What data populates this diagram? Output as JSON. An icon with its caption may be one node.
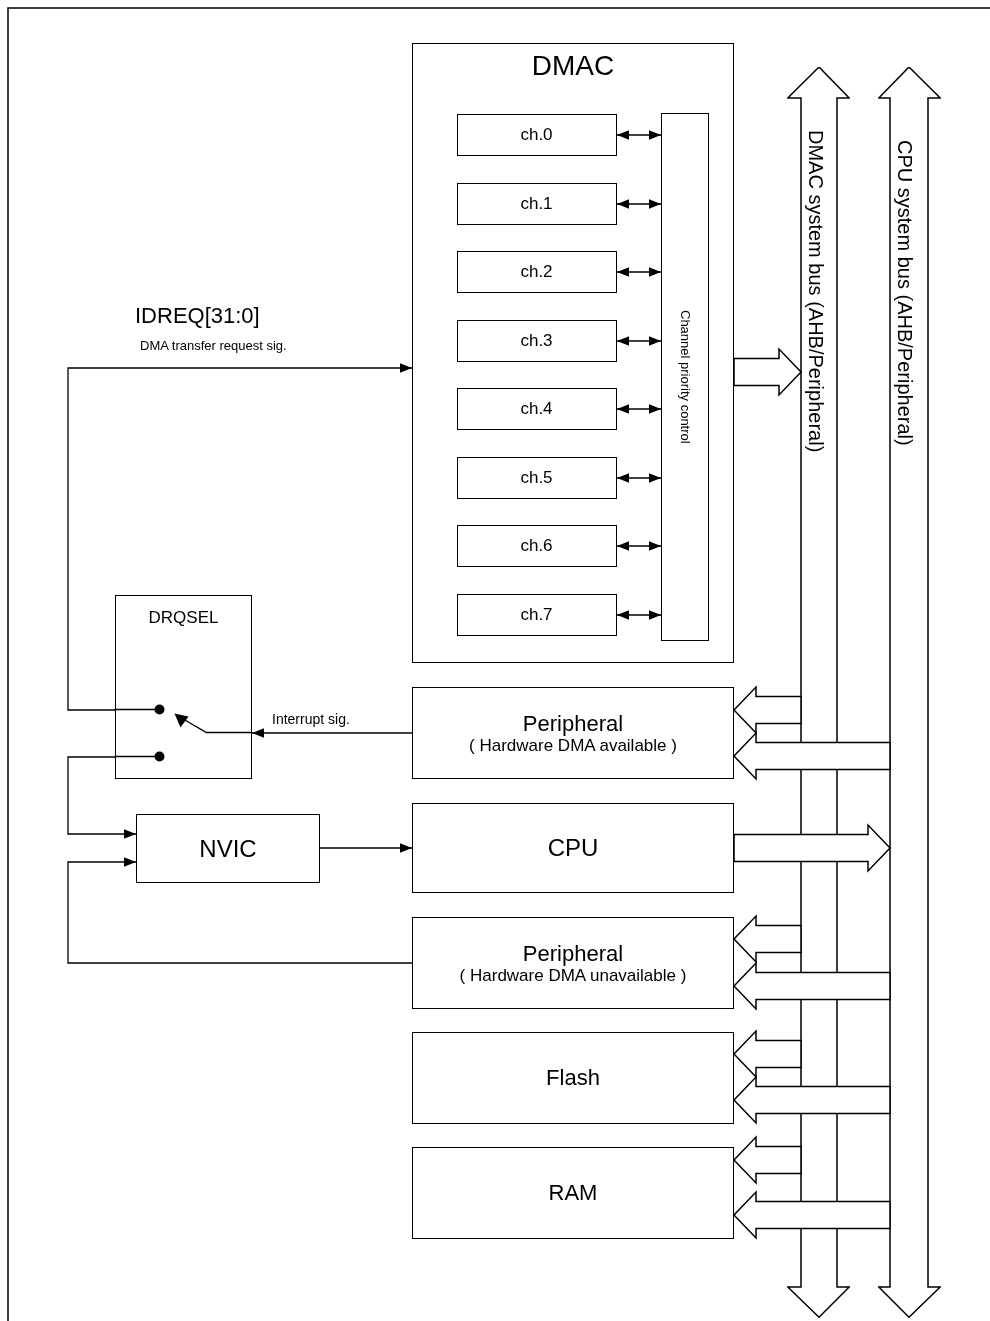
{
  "diagram": {
    "nodes": [
      {
        "text": [
          "DMAC"
        ]
      },
      {
        "text": [
          "ch.0"
        ],
        "in": 0
      },
      {
        "text": [
          "ch.1"
        ],
        "in": 0
      },
      {
        "text": [
          "ch.2"
        ],
        "in": 0
      },
      {
        "text": [
          "ch.3"
        ],
        "in": 0
      },
      {
        "text": [
          "ch.4"
        ],
        "in": 0
      },
      {
        "text": [
          "ch.5"
        ],
        "in": 0
      },
      {
        "text": [
          "ch.6"
        ],
        "in": 0
      },
      {
        "text": [
          "ch.7"
        ],
        "in": 0
      },
      {
        "text": [
          "Channel priority control"
        ],
        "in": 0
      },
      {
        "text": [
          "DMAC system bus (AHB/Peripheral)"
        ]
      },
      {
        "text": [
          "CPU system bus (AHB/Peripheral)"
        ]
      },
      {
        "text": [
          "DRQSEL"
        ]
      },
      {
        "text": [
          "Peripheral",
          "( Hardware DMA available )"
        ]
      },
      {
        "text": [
          "NVIC"
        ]
      },
      {
        "text": [
          "CPU"
        ]
      },
      {
        "text": [
          "Peripheral",
          "( Hardware DMA unavailable )"
        ]
      },
      {
        "text": [
          "Flash"
        ]
      },
      {
        "text": [
          "RAM"
        ]
      }
    ],
    "edges": [
      {
        "from": 1,
        "to": 9,
        "arrow": "both"
      },
      {
        "from": 2,
        "to": 9,
        "arrow": "both"
      },
      {
        "from": 3,
        "to": 9,
        "arrow": "both"
      },
      {
        "from": 4,
        "to": 9,
        "arrow": "both"
      },
      {
        "from": 5,
        "to": 9,
        "arrow": "both"
      },
      {
        "from": 6,
        "to": 9,
        "arrow": "both"
      },
      {
        "from": 7,
        "to": 9,
        "arrow": "both"
      },
      {
        "from": 8,
        "to": 9,
        "arrow": "both"
      },
      {
        "from": 0,
        "to": 10,
        "arrow": "to",
        "style": "thick"
      },
      {
        "from": 12,
        "to": 0,
        "arrow": "to",
        "label": "IDREQ[31:0]"
      },
      {
        "from": 13,
        "to": 12,
        "arrow": "to",
        "label": "Interrupt sig."
      },
      {
        "from": 12,
        "to": 14,
        "arrow": "to"
      },
      {
        "from": 16,
        "to": 14,
        "arrow": "to"
      },
      {
        "from": 14,
        "to": 15,
        "arrow": "to"
      },
      {
        "from": 15,
        "to": 11,
        "arrow": "to",
        "style": "thick"
      },
      {
        "from": 10,
        "to": 13,
        "arrow": "to",
        "style": "thick"
      },
      {
        "from": 11,
        "to": 13,
        "arrow": "to",
        "style": "thick"
      },
      {
        "from": 10,
        "to": 16,
        "arrow": "to",
        "style": "thick"
      },
      {
        "from": 11,
        "to": 16,
        "arrow": "to",
        "style": "thick"
      },
      {
        "from": 10,
        "to": 17,
        "arrow": "to",
        "style": "thick"
      },
      {
        "from": 11,
        "to": 17,
        "arrow": "to",
        "style": "thick"
      },
      {
        "from": 10,
        "to": 18,
        "arrow": "to",
        "style": "thick"
      },
      {
        "from": 11,
        "to": 18,
        "arrow": "to",
        "style": "thick"
      }
    ],
    "labels": [
      "DMA transfer request sig."
    ]
  }
}
